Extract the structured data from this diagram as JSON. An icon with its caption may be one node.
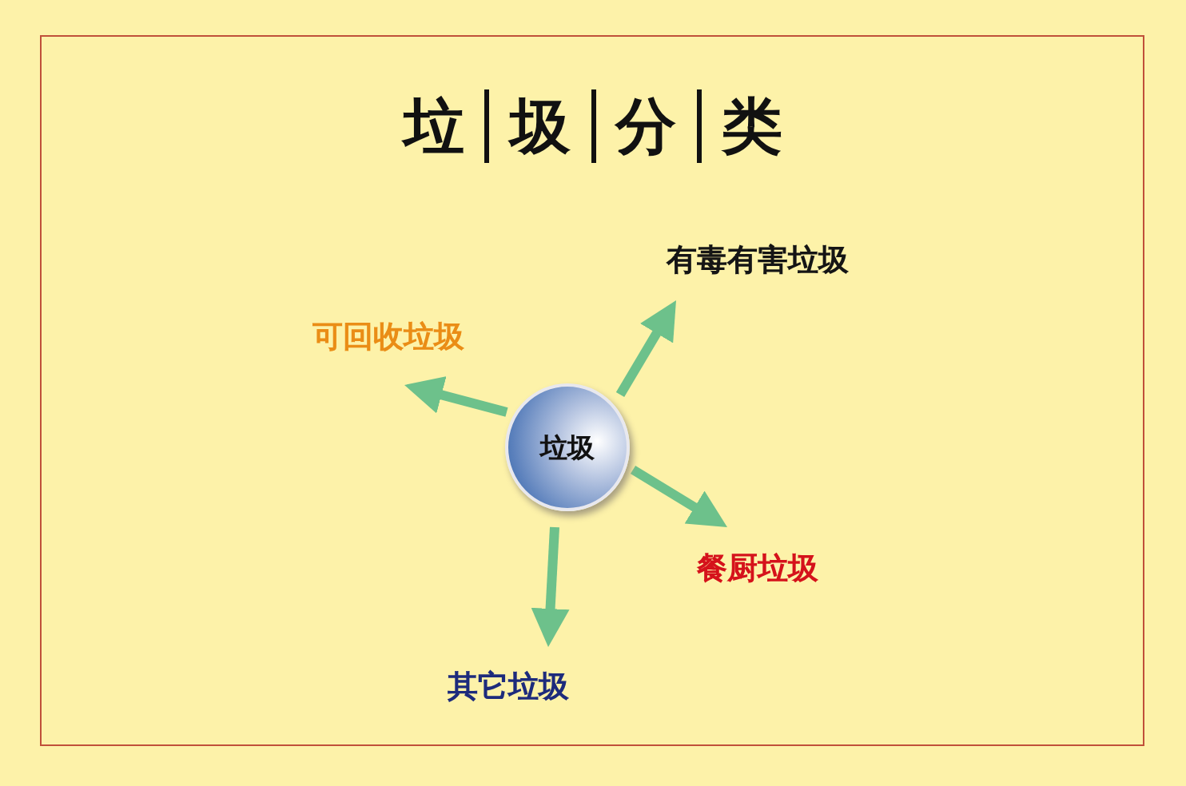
{
  "diagram": {
    "title": "垃圾分类",
    "nodes": [
      {
        "text": [
          "垃圾"
        ]
      },
      {
        "text": [
          "有毒有害垃圾"
        ]
      },
      {
        "text": [
          "可回收垃圾"
        ]
      },
      {
        "text": [
          "餐厨垃圾"
        ]
      },
      {
        "text": [
          "其它垃圾"
        ]
      }
    ],
    "edges": [
      {
        "from": 0,
        "to": 1,
        "arrow": "to"
      },
      {
        "from": 0,
        "to": 2,
        "arrow": "to"
      },
      {
        "from": 0,
        "to": 3,
        "arrow": "to"
      },
      {
        "from": 0,
        "to": 4,
        "arrow": "to"
      }
    ]
  }
}
